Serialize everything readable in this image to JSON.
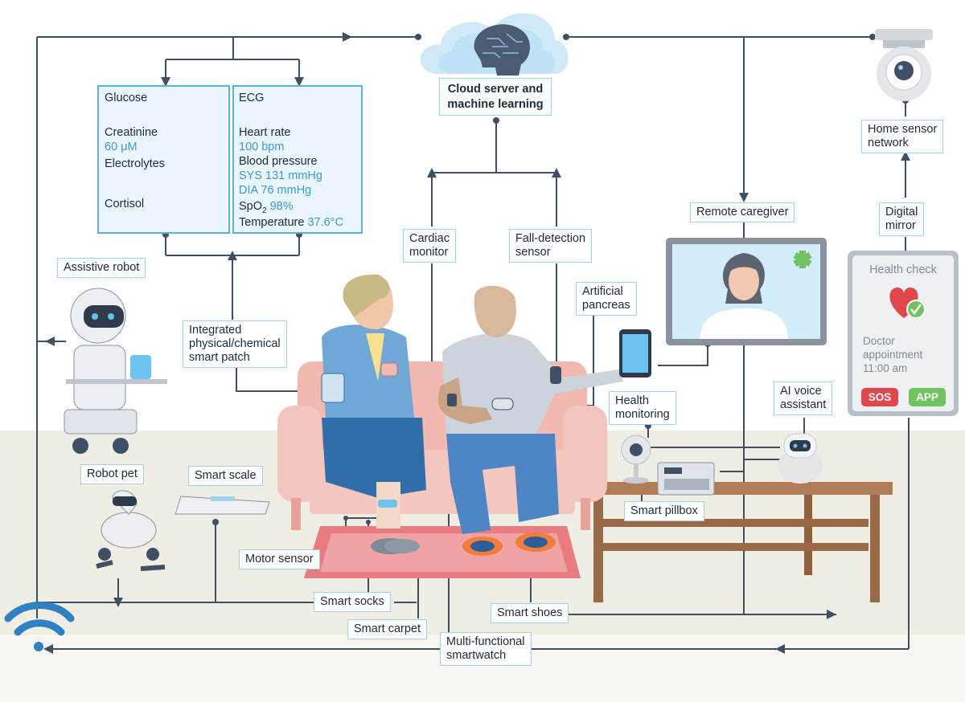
{
  "cloud": {
    "line1": "Cloud server and",
    "line2": "machine learning"
  },
  "panels": {
    "left": {
      "glucose": "Glucose",
      "creatinine": "Creatinine",
      "creatinine_value": "60 μM",
      "electrolytes": "Electrolytes",
      "cortisol": "Cortisol"
    },
    "right": {
      "ecg": "ECG",
      "heart_rate": "Heart rate",
      "heart_rate_value": "100 bpm",
      "blood_pressure": "Blood pressure",
      "sys_value": "SYS 131 mmHg",
      "dia_value": "DIA 76 mmHg",
      "spo2_label": "SpO",
      "spo2_sub": "2",
      "spo2_value": "98%",
      "temperature": "Temperature",
      "temperature_value": "37.6°C"
    }
  },
  "labels": {
    "home_sensor_1": "Home sensor",
    "home_sensor_2": "network",
    "digital_mirror_1": "Digital",
    "digital_mirror_2": "mirror",
    "remote_caregiver": "Remote caregiver",
    "cardiac_1": "Cardiac",
    "cardiac_2": "monitor",
    "fall_1": "Fall-detection",
    "fall_2": "sensor",
    "pancreas_1": "Artificial",
    "pancreas_2": "pancreas",
    "patch_1": "Integrated",
    "patch_2": "physical/chemical",
    "patch_3": "smart patch",
    "assistive_robot": "Assistive robot",
    "robot_pet": "Robot pet",
    "smart_scale": "Smart scale",
    "motor_sensor": "Motor sensor",
    "smart_socks": "Smart socks",
    "smart_carpet": "Smart carpet",
    "smartwatch_1": "Multi-functional",
    "smartwatch_2": "smartwatch",
    "smart_shoes": "Smart shoes",
    "health_monitoring_1": "Health",
    "health_monitoring_2": "monitoring",
    "ai_voice_1": "AI voice",
    "ai_voice_2": "assistant",
    "smart_pillbox": "Smart pillbox"
  },
  "mirror": {
    "title": "Health check",
    "doctor_1": "Doctor",
    "doctor_2": "appointment",
    "time": "11:00 am",
    "sos": "SOS",
    "app": "APP"
  },
  "icons": [
    "wifi-icon",
    "medical-star-icon",
    "heart-check-icon",
    "brain-circuit-icon"
  ],
  "colors": {
    "accent": "#3d9bd3",
    "line": "#3e4f66",
    "panel_bg": "#eaf6fc",
    "sofa": "#f2b9b1",
    "carpet": "#e87b80",
    "floor": "#f0ede2",
    "table": "#b07c55",
    "sos": "#e0474c",
    "app": "#72c162"
  }
}
